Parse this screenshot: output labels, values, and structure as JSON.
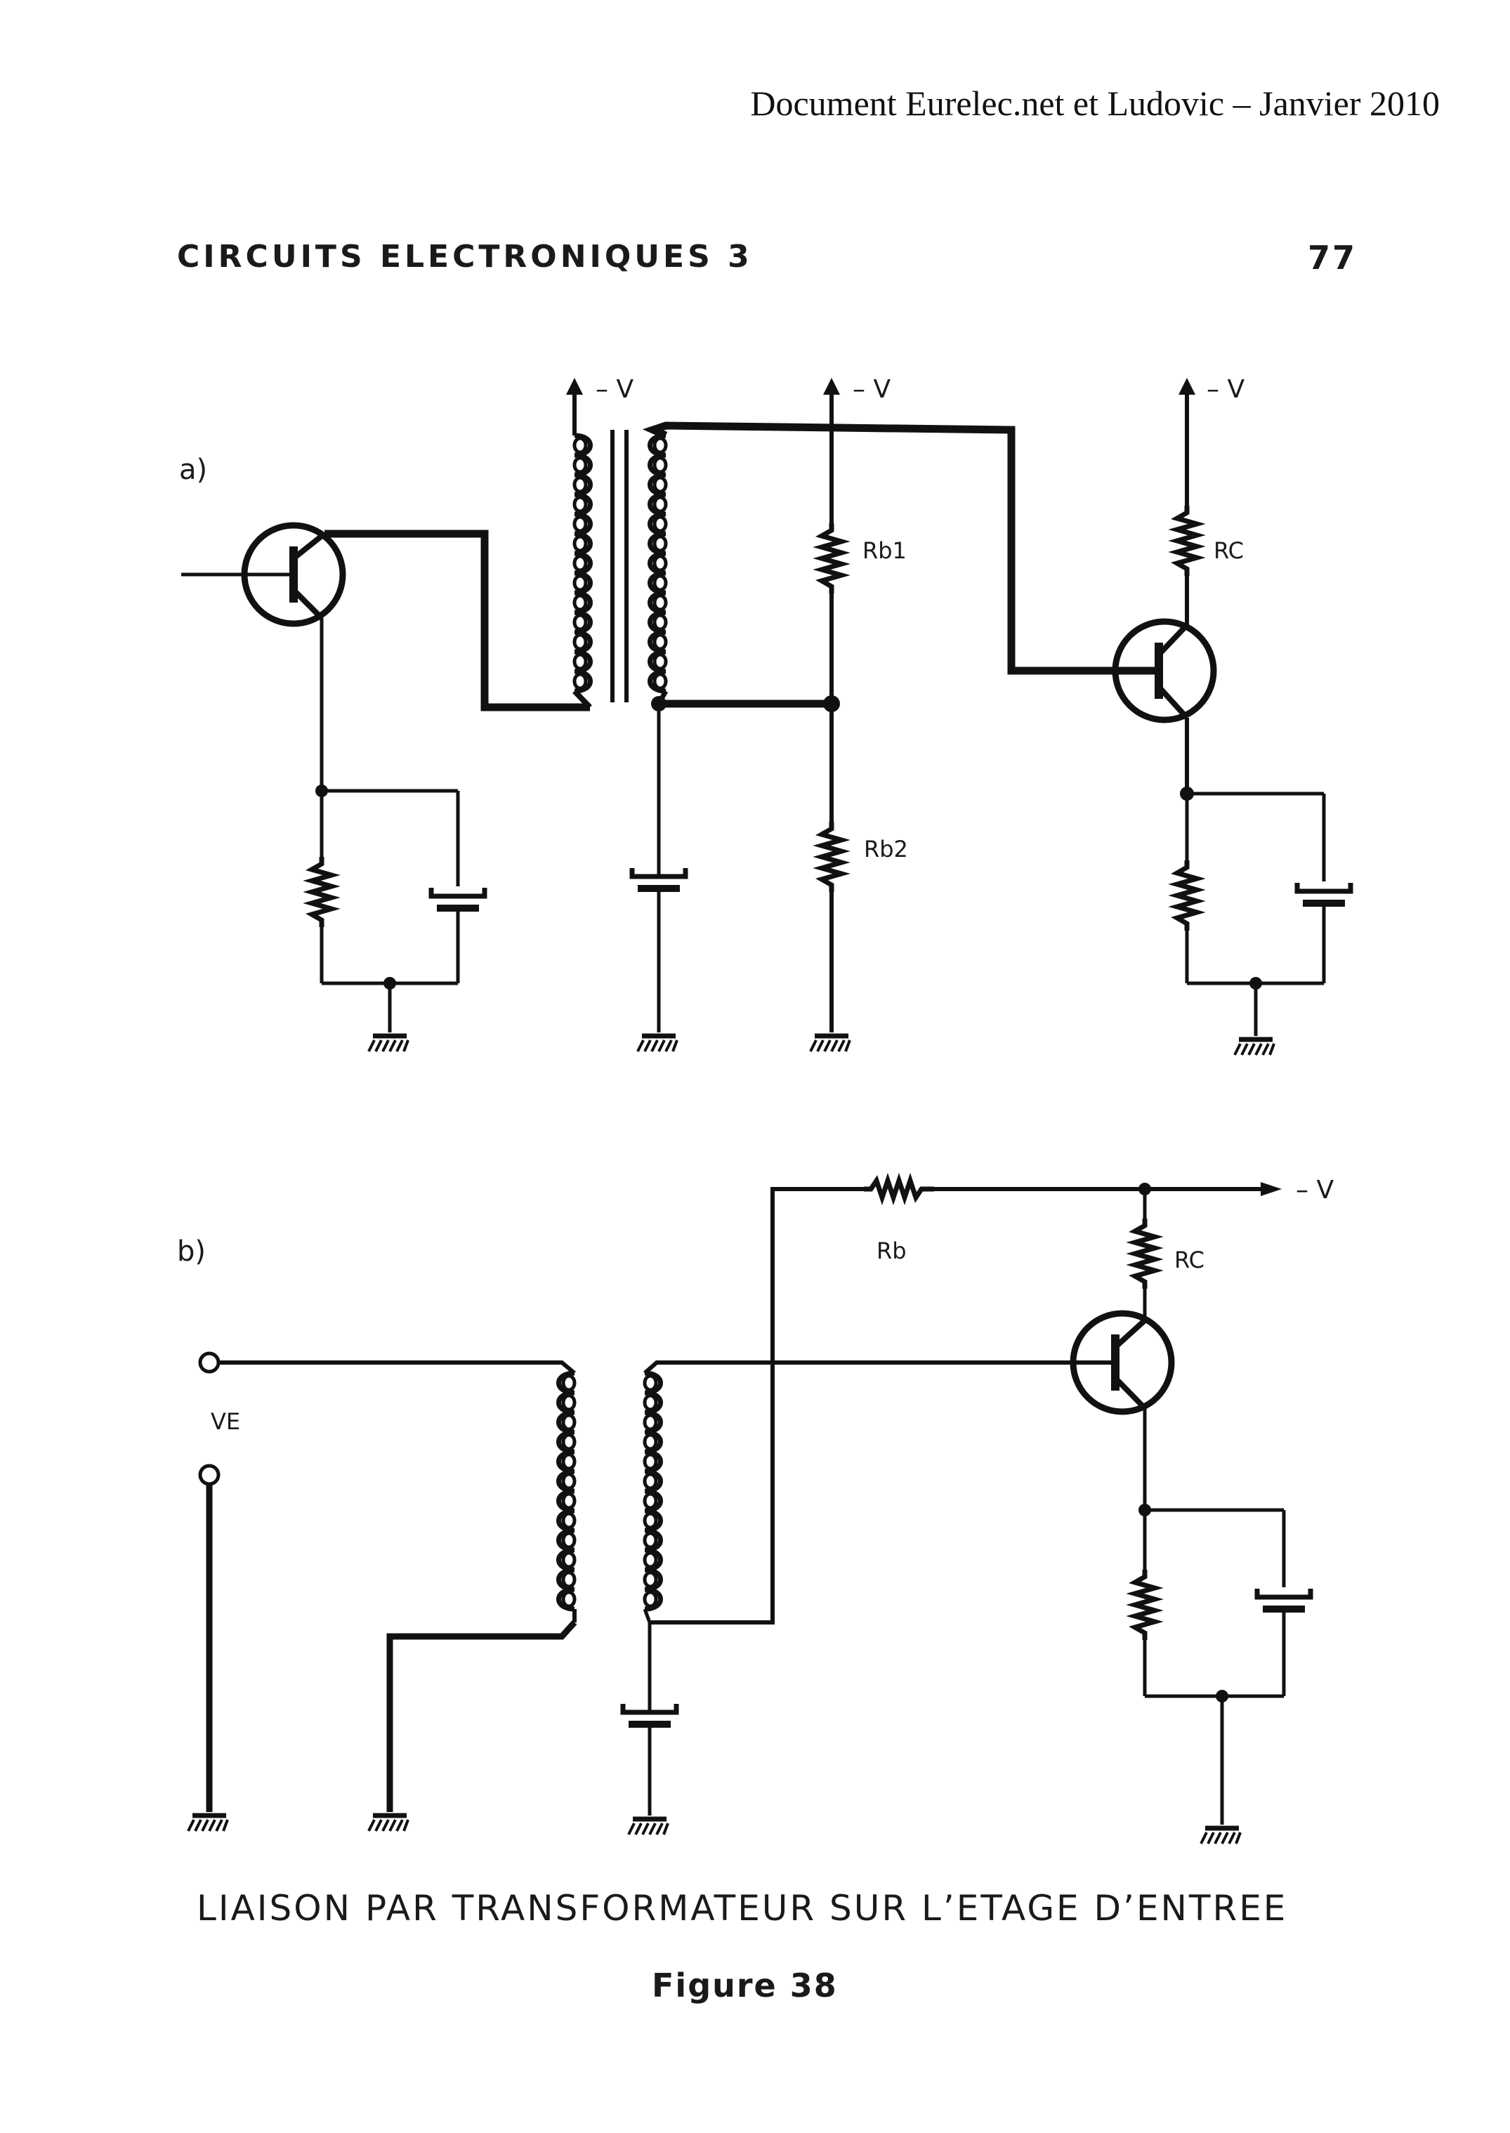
{
  "header": {
    "document_note": "Document Eurelec.net et Ludovic – Janvier 2010",
    "book_title": "CIRCUITS ELECTRONIQUES 3",
    "page_number": "77"
  },
  "diagram_a": {
    "label": "a)",
    "supply_labels": [
      "– V",
      "– V",
      "– V"
    ],
    "resistor_labels": {
      "rb1": "Rb1",
      "rb2": "Rb2",
      "rc": "RC"
    }
  },
  "diagram_b": {
    "label": "b)",
    "supply_label": "– V",
    "input_label": "VE",
    "resistor_labels": {
      "rb": "Rb",
      "rc": "RC"
    }
  },
  "caption": "LIAISON PAR TRANSFORMATEUR SUR L’ETAGE D’ENTREE",
  "figure_label": "Figure 38"
}
